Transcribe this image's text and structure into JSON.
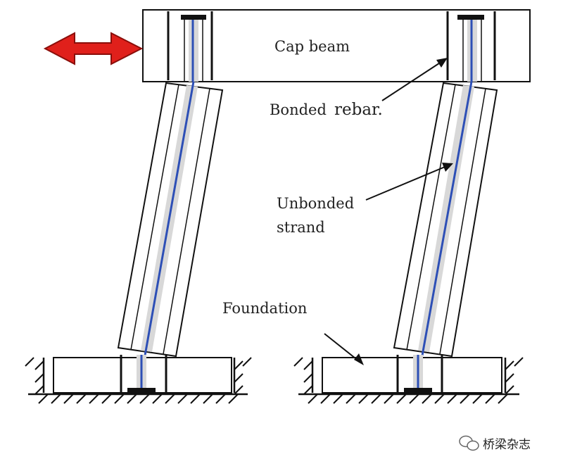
{
  "labels": {
    "cap_beam": "Cap beam",
    "bonded_rebar_word1": "Bonded",
    "bonded_rebar_word2": "rebar.",
    "unbonded_line1": "Unbonded",
    "unbonded_line2": "strand",
    "foundation": "Foundation"
  },
  "watermark": {
    "text": "桥梁杂志",
    "icon": "wechat-icon"
  },
  "icons": {
    "load_arrow": "double-headed-arrow-icon"
  },
  "colors": {
    "arrow_fill": "#e0201b",
    "arrow_stroke": "#8a0e0a",
    "strand": "#2d4fb6",
    "line": "#111111",
    "anchor": "#111111",
    "hatch": "#111111"
  }
}
